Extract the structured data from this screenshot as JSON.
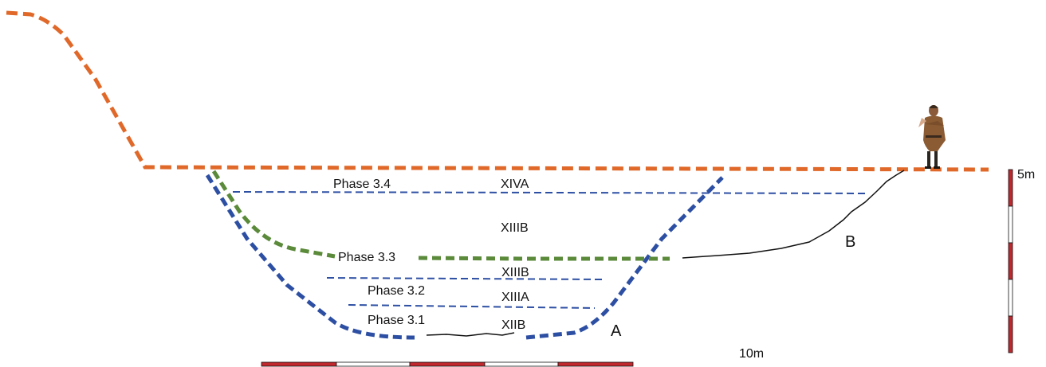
{
  "labels": {
    "phase_3_4": "Phase 3.4",
    "phase_3_3": "Phase 3.3",
    "phase_3_2": "Phase 3.2",
    "phase_3_1": "Phase 3.1",
    "xiva": "XIVA",
    "xiiib_upper": "XIIIB",
    "xiiib_lower": "XIIIB",
    "xiiia": "XIIIA",
    "xiib": "XIIB",
    "a": "A",
    "b": "B"
  },
  "scales": {
    "horizontal_label": "10m",
    "vertical_label": "5m"
  },
  "colors": {
    "ground_surface": "#e0692a",
    "ditch_cut": "#2d4fa3",
    "phase_3_3_line": "#5a8a3a",
    "layer_lines": "#2d4fa3",
    "scale_red": "#c0282d",
    "outline": "#111111"
  },
  "icons": {
    "figure": "human-figure-icon"
  }
}
